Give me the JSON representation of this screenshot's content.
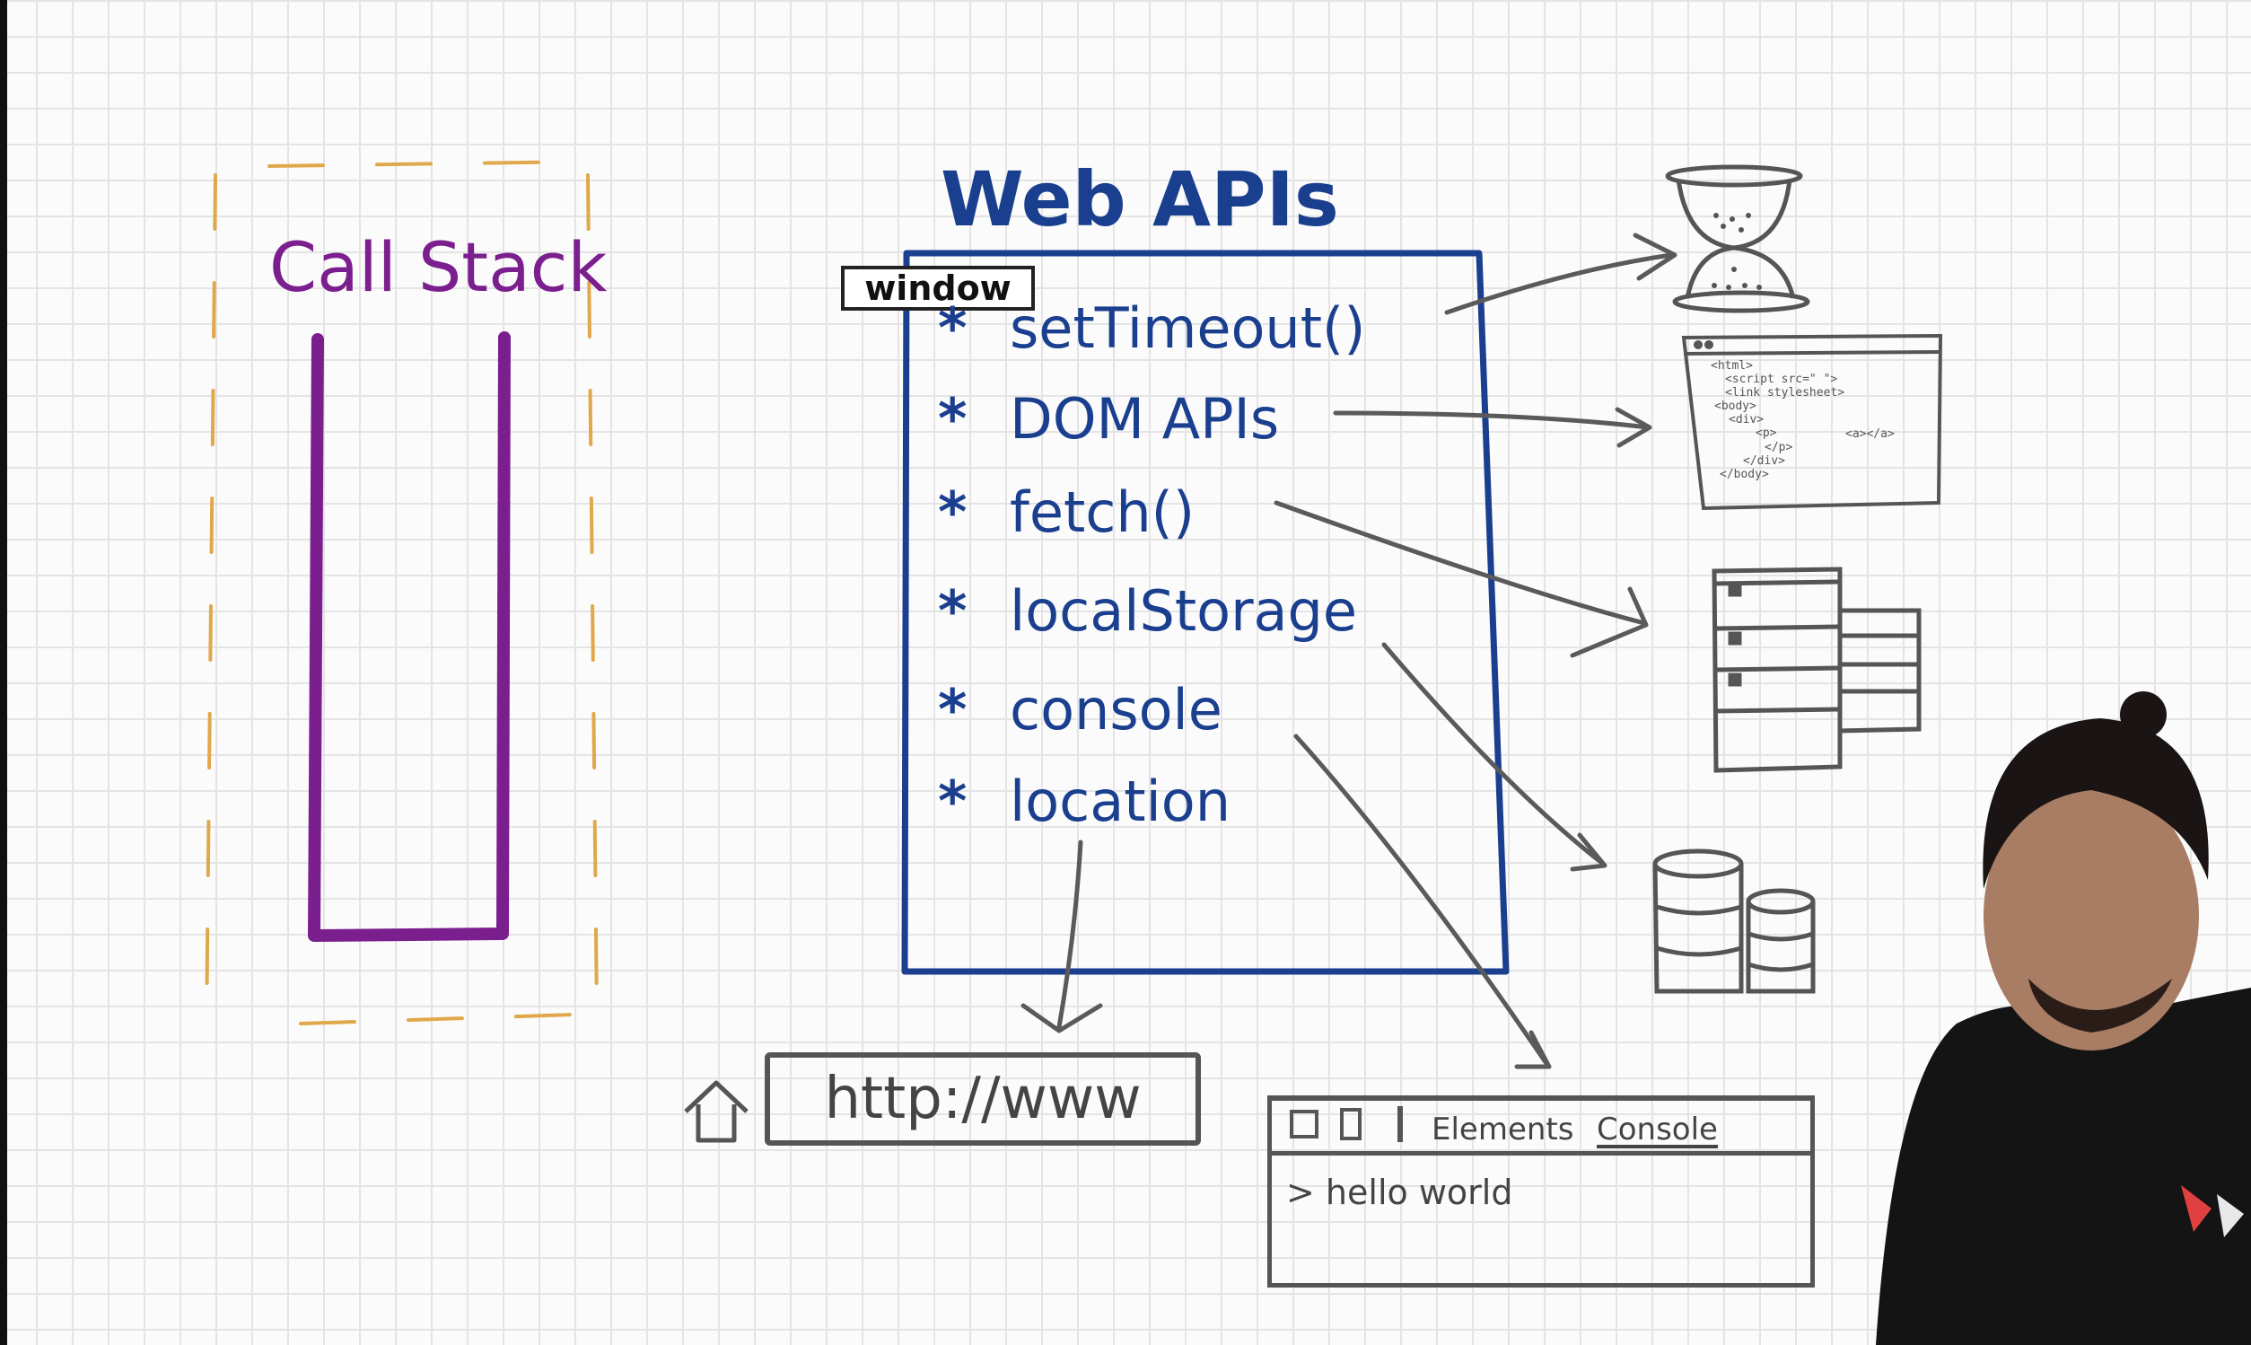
{
  "diagram": {
    "call_stack_title": "Call Stack",
    "web_apis_title": "Web APIs",
    "window_label": "window",
    "apis": [
      "setTimeout()",
      "DOM APIs",
      "fetch()",
      "localStorage",
      "console",
      "location"
    ],
    "bullet": "*",
    "url_text": "http://www",
    "devtools": {
      "tab_elements": "Elements",
      "tab_console": "Console",
      "output": "> hello world"
    },
    "dom_snippet": [
      "<html>",
      "<script src=\" \">",
      "<link stylesheet>",
      "<body>",
      "<div>",
      "<p>",
      "<a></a>",
      "</p>",
      "</div>",
      "</body>"
    ]
  },
  "colors": {
    "call_stack": "#7b1e8e",
    "web_apis": "#1b3f8f",
    "dashed_border": "#e0a84a",
    "arrows": "#5a5a5a"
  },
  "icons": [
    "hourglass-icon",
    "browser-window-icon",
    "server-icon",
    "database-icon",
    "home-icon",
    "presenter-photo"
  ]
}
